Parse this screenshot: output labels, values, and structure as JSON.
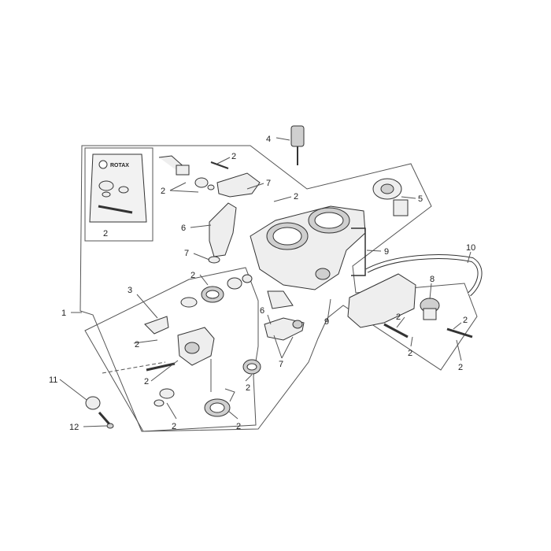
{
  "callouts": [
    {
      "id": "c-4",
      "text": "4"
    },
    {
      "id": "c-2a",
      "text": "2"
    },
    {
      "id": "c-2b",
      "text": "2"
    },
    {
      "id": "c-7a",
      "text": "7"
    },
    {
      "id": "c-2c",
      "text": "2"
    },
    {
      "id": "c-5",
      "text": "5"
    },
    {
      "id": "c-6a",
      "text": "6"
    },
    {
      "id": "c-7b",
      "text": "7"
    },
    {
      "id": "c-9a",
      "text": "9"
    },
    {
      "id": "c-10",
      "text": "10"
    },
    {
      "id": "c-2d",
      "text": "2"
    },
    {
      "id": "c-3",
      "text": "3"
    },
    {
      "id": "c-8",
      "text": "8"
    },
    {
      "id": "c-1",
      "text": "1"
    },
    {
      "id": "c-6b",
      "text": "6"
    },
    {
      "id": "c-9b",
      "text": "9"
    },
    {
      "id": "c-2e",
      "text": "2"
    },
    {
      "id": "c-2f",
      "text": "2"
    },
    {
      "id": "c-2g",
      "text": "2"
    },
    {
      "id": "c-7c",
      "text": "7"
    },
    {
      "id": "c-2h",
      "text": "2"
    },
    {
      "id": "c-2i",
      "text": "2"
    },
    {
      "id": "c-2j",
      "text": "2"
    },
    {
      "id": "c-11",
      "text": "11"
    },
    {
      "id": "c-2k",
      "text": "2"
    },
    {
      "id": "c-2l",
      "text": "2"
    },
    {
      "id": "c-12",
      "text": "12"
    },
    {
      "id": "c-2m",
      "text": "2"
    }
  ],
  "kit": {
    "brand": "ROTAX",
    "label": "2"
  }
}
